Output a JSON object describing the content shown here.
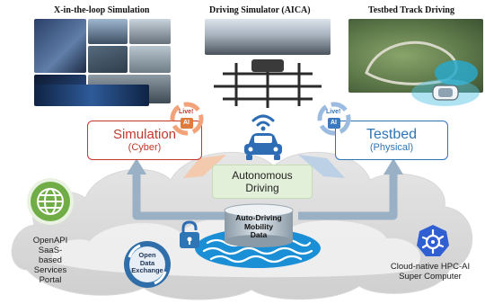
{
  "panels": {
    "xil": {
      "title": "X-in-the-loop Simulation"
    },
    "simulator": {
      "title": "Driving Simulator (AICA)"
    },
    "testbed": {
      "title": "Testbed Track Driving"
    }
  },
  "simulation_box": {
    "label": "Simulation",
    "sub": "(Cyber)"
  },
  "testbed_box": {
    "label": "Testbed",
    "sub": "(Physical)"
  },
  "live_ai_left": {
    "live": "Live!",
    "ai": "AI"
  },
  "live_ai_right": {
    "live": "Live!",
    "ai": "AI"
  },
  "autonomous": {
    "line1": "Autonomous",
    "line2": "Driving"
  },
  "database": {
    "line1": "Auto-Driving",
    "line2": "Mobility",
    "line3": "Data"
  },
  "openapi": {
    "line1": "OpenAPI",
    "line2": "SaaS-",
    "line3": "based",
    "line4": "Services",
    "line5": "Portal"
  },
  "open_data": {
    "line1": "Open",
    "line2": "Data",
    "line3": "Exchange"
  },
  "hpc": {
    "line1": "Cloud-native HPC-AI",
    "line2": "Super Computer"
  },
  "colors": {
    "cyber_red": "#c0392b",
    "physical_blue": "#2e75b6",
    "car_blue": "#2e6db4",
    "arrow_gray": "#9ab0c4",
    "green_box": "#e2efd9"
  }
}
